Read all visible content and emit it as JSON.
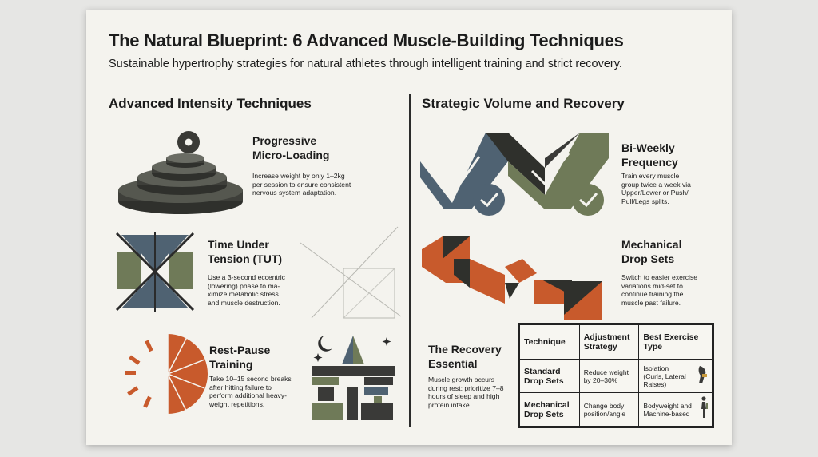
{
  "header": {
    "title": "The Natural Blueprint: 6 Advanced Muscle-Building Techniques",
    "subtitle": "Sustainable hypertrophy strategies for natural athletes through intelligent training and strict recovery."
  },
  "left_section": {
    "title": "Advanced Intensity Techniques",
    "items": [
      {
        "title_lines": [
          "Progressive",
          "Micro-Loading"
        ],
        "desc_lines": [
          "Increase weight by only 1–2kg",
          "per session to ensure consistent",
          "nervous system adaptation."
        ],
        "icon": "stacked-weight-plates-icon"
      },
      {
        "title_lines": [
          "Time Under",
          "Tension (TUT)"
        ],
        "desc_lines": [
          "Use a 3-second eccentric",
          "(lowering) phase to ma-",
          "ximize metabolic stress",
          "and muscle destruction."
        ],
        "icon": "hourglass-tension-icon"
      },
      {
        "title_lines": [
          "Rest-Pause",
          "Training"
        ],
        "desc_lines": [
          "Take 10–15 second breaks",
          "after hitting failure to",
          "perform additional heavy-",
          "weight repetitions."
        ],
        "icon": "stopwatch-icon"
      }
    ]
  },
  "right_section": {
    "title": "Strategic Volume and Recovery",
    "items": [
      {
        "title_lines": [
          "Bi-Weekly",
          "Frequency"
        ],
        "desc_lines": [
          "Train every muscle",
          "group twice a week via",
          "Upper/Lower or Push/",
          "Pull/Legs splits."
        ],
        "icon": "double-checkmark-icon"
      },
      {
        "title_lines": [
          "Mechanical",
          "Drop Sets"
        ],
        "desc_lines": [
          "Switch to easier exercise",
          "variations mid-set to",
          "continue training the",
          "muscle past failure."
        ],
        "icon": "zigzag-descent-icon"
      },
      {
        "title_lines": [
          "The Recovery",
          "Essential"
        ],
        "desc_lines": [
          "Muscle growth occurs",
          "during rest; prioritize 7–8",
          "hours of sleep and high",
          "protein intake."
        ],
        "icon": "moon-stars-structure-icon"
      }
    ]
  },
  "table": {
    "headers": [
      [
        "Technique"
      ],
      [
        "Adjustment",
        "Strategy"
      ],
      [
        "Best Exercise",
        "Type"
      ]
    ],
    "rows": [
      {
        "technique": [
          "Standard",
          "Drop Sets"
        ],
        "strategy": [
          "Reduce weight",
          "by 20–30%"
        ],
        "type": [
          "Isolation",
          "(Curls, Lateral",
          "Raises)"
        ]
      },
      {
        "technique": [
          "Mechanical",
          "Drop Sets"
        ],
        "strategy": [
          "Change body",
          "position/angle"
        ],
        "type": [
          "Bodyweight and",
          "Machine-based"
        ]
      }
    ]
  },
  "colors": {
    "background": "#f4f3ee",
    "dark": "#3a3a38",
    "slate_blue": "#4f6272",
    "olive": "#6f7a58",
    "rust": "#c85a2c"
  }
}
